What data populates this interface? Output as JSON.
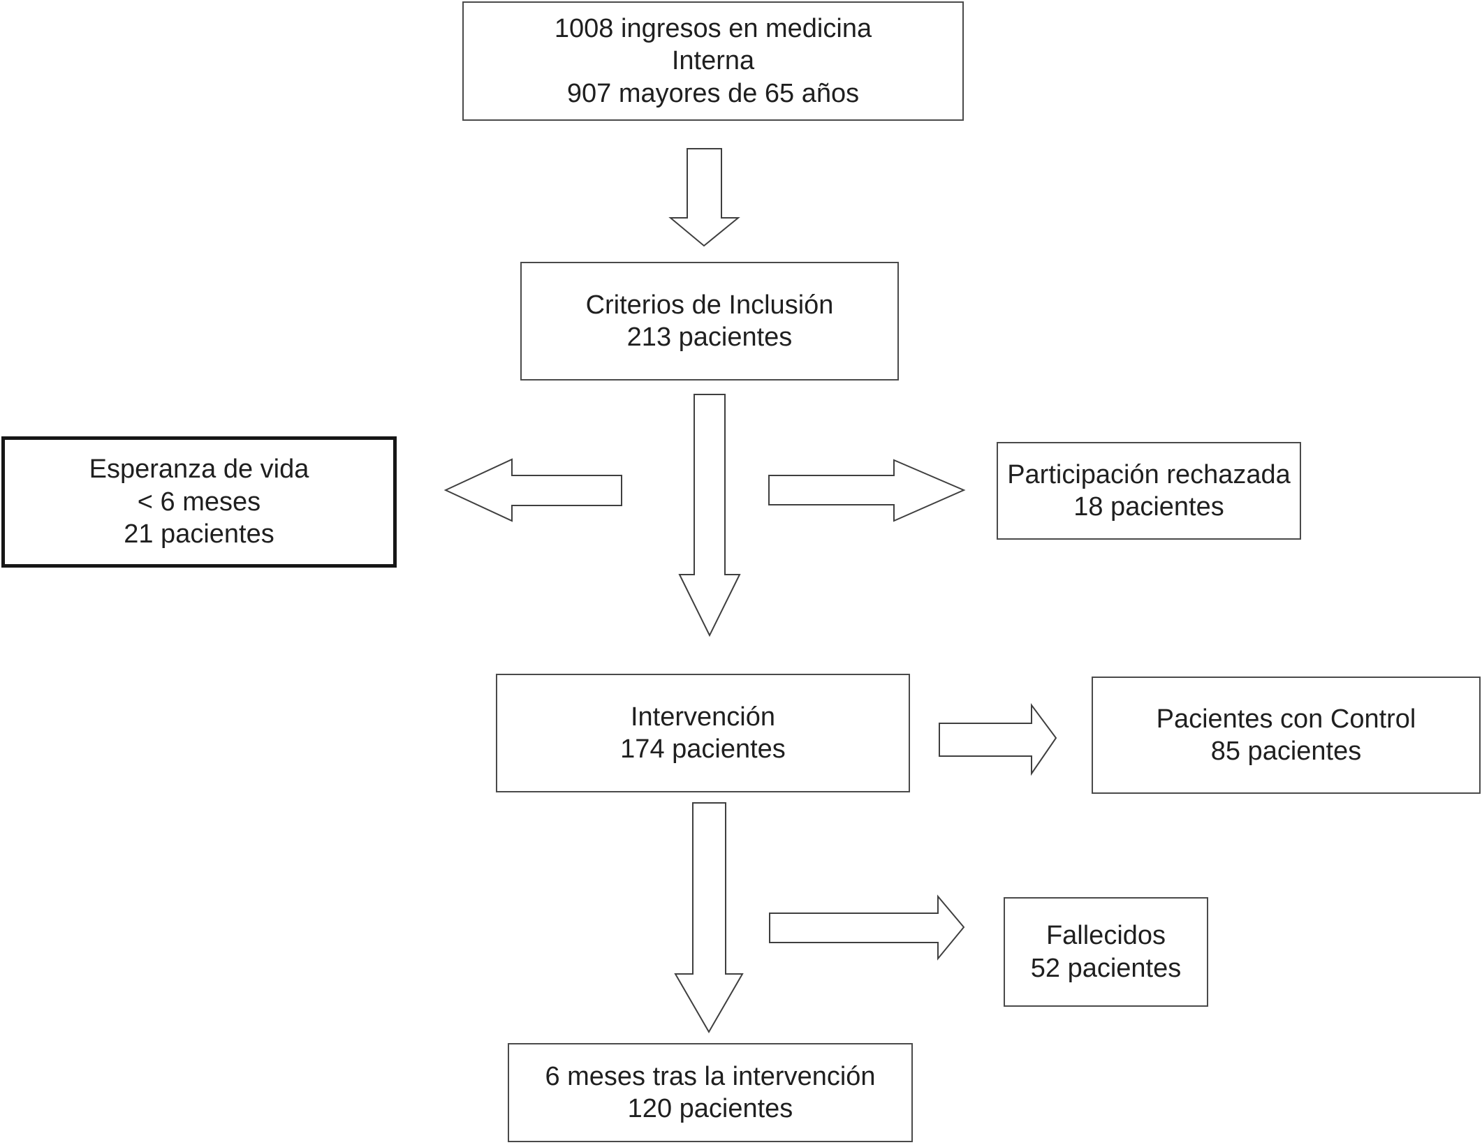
{
  "diagram": {
    "type": "flowchart",
    "language": "es",
    "background_color": "#ffffff",
    "box_border_color": "#4a4a4a",
    "emphasis_border_color": "#161616",
    "text_color": "#1f1f1f",
    "nodes": {
      "admissions": {
        "text": "1008 ingresos en medicina\nInterna\n907 mayores de 65 años"
      },
      "inclusion": {
        "text": "Criterios de Inclusión\n213 pacientes"
      },
      "life_expectancy": {
        "text": "Esperanza de vida\n< 6 meses\n21 pacientes",
        "emphasized_border": true
      },
      "refused": {
        "text": "Participación rechazada\n18 pacientes"
      },
      "intervention": {
        "text": "Intervención\n174 pacientes"
      },
      "control": {
        "text": "Pacientes con Control\n85 pacientes"
      },
      "deceased": {
        "text": "Fallecidos\n52 pacientes"
      },
      "six_months": {
        "text": "6 meses tras la intervención\n120 pacientes"
      }
    },
    "edges": [
      {
        "from": "admissions",
        "to": "inclusion",
        "direction": "down"
      },
      {
        "from": "inclusion",
        "to": "life_expectancy",
        "direction": "left"
      },
      {
        "from": "inclusion",
        "to": "refused",
        "direction": "right"
      },
      {
        "from": "inclusion",
        "to": "intervention",
        "direction": "down"
      },
      {
        "from": "intervention",
        "to": "control",
        "direction": "right"
      },
      {
        "from": "intervention",
        "to": "deceased",
        "direction": "right"
      },
      {
        "from": "intervention",
        "to": "six_months",
        "direction": "down"
      }
    ]
  }
}
